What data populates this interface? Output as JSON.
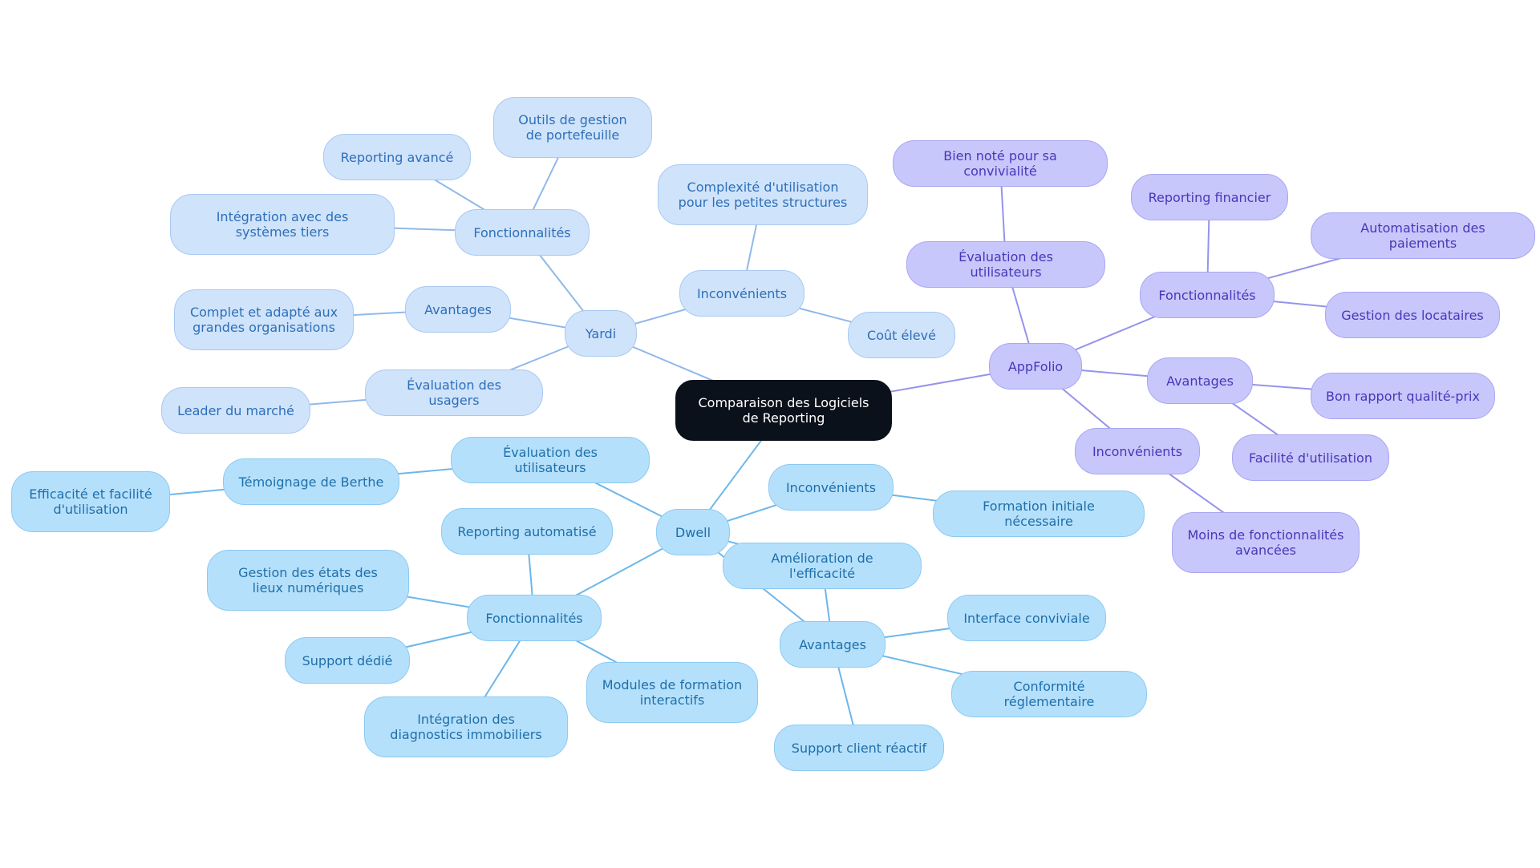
{
  "colors": {
    "root_bg": "#0b111b",
    "yardi_fill": "#cfe3fb",
    "yardi_line": "#8fb9ea",
    "appfolio_fill": "#c8c7fb",
    "appfolio_line": "#9593ec",
    "dwell_fill": "#b5e0fc",
    "dwell_line": "#6cb7ea"
  },
  "nodes": [
    {
      "id": "root",
      "label": "Comparaison des Logiciels de Reporting",
      "group": "root"
    },
    {
      "id": "yardi",
      "label": "Yardi",
      "group": "yardi"
    },
    {
      "id": "y_fonct",
      "label": "Fonctionnalités",
      "group": "yardi"
    },
    {
      "id": "y_outils",
      "label": "Outils de gestion de portefeuille",
      "group": "yardi"
    },
    {
      "id": "y_reporting",
      "label": "Reporting avancé",
      "group": "yardi"
    },
    {
      "id": "y_integration",
      "label": "Intégration avec des systèmes tiers",
      "group": "yardi"
    },
    {
      "id": "y_avantages",
      "label": "Avantages",
      "group": "yardi"
    },
    {
      "id": "y_complet",
      "label": "Complet et adapté aux grandes organisations",
      "group": "yardi"
    },
    {
      "id": "y_eval",
      "label": "Évaluation des usagers",
      "group": "yardi"
    },
    {
      "id": "y_leader",
      "label": "Leader du marché",
      "group": "yardi"
    },
    {
      "id": "y_inconv",
      "label": "Inconvénients",
      "group": "yardi"
    },
    {
      "id": "y_complexite",
      "label": "Complexité d'utilisation pour les petites structures",
      "group": "yardi"
    },
    {
      "id": "y_cout",
      "label": "Coût élevé",
      "group": "yardi"
    },
    {
      "id": "appfolio",
      "label": "AppFolio",
      "group": "appfolio"
    },
    {
      "id": "a_eval",
      "label": "Évaluation des utilisateurs",
      "group": "appfolio"
    },
    {
      "id": "a_bien",
      "label": "Bien noté pour sa convivialité",
      "group": "appfolio"
    },
    {
      "id": "a_fonct",
      "label": "Fonctionnalités",
      "group": "appfolio"
    },
    {
      "id": "a_reporting",
      "label": "Reporting financier",
      "group": "appfolio"
    },
    {
      "id": "a_auto",
      "label": "Automatisation des paiements",
      "group": "appfolio"
    },
    {
      "id": "a_gestion",
      "label": "Gestion des locataires",
      "group": "appfolio"
    },
    {
      "id": "a_avantages",
      "label": "Avantages",
      "group": "appfolio"
    },
    {
      "id": "a_rapport",
      "label": "Bon rapport qualité-prix",
      "group": "appfolio"
    },
    {
      "id": "a_facilite",
      "label": "Facilité d'utilisation",
      "group": "appfolio"
    },
    {
      "id": "a_inconv",
      "label": "Inconvénients",
      "group": "appfolio"
    },
    {
      "id": "a_moins",
      "label": "Moins de fonctionnalités avancées",
      "group": "appfolio"
    },
    {
      "id": "dwell",
      "label": "Dwell",
      "group": "dwell"
    },
    {
      "id": "d_eval",
      "label": "Évaluation des utilisateurs",
      "group": "dwell"
    },
    {
      "id": "d_temoignage",
      "label": "Témoignage de Berthe",
      "group": "dwell"
    },
    {
      "id": "d_efficacite",
      "label": "Efficacité et facilité d'utilisation",
      "group": "dwell"
    },
    {
      "id": "d_fonct",
      "label": "Fonctionnalités",
      "group": "dwell"
    },
    {
      "id": "d_reporting",
      "label": "Reporting automatisé",
      "group": "dwell"
    },
    {
      "id": "d_etats",
      "label": "Gestion des états des lieux numériques",
      "group": "dwell"
    },
    {
      "id": "d_support",
      "label": "Support dédié",
      "group": "dwell"
    },
    {
      "id": "d_diag",
      "label": "Intégration des diagnostics immobiliers",
      "group": "dwell"
    },
    {
      "id": "d_modules",
      "label": "Modules de formation interactifs",
      "group": "dwell"
    },
    {
      "id": "d_inconv",
      "label": "Inconvénients",
      "group": "dwell"
    },
    {
      "id": "d_formation",
      "label": "Formation initiale nécessaire",
      "group": "dwell"
    },
    {
      "id": "d_amelioration",
      "label": "Amélioration de l'efficacité",
      "group": "dwell"
    },
    {
      "id": "d_avantages",
      "label": "Avantages",
      "group": "dwell"
    },
    {
      "id": "d_interface",
      "label": "Interface conviviale",
      "group": "dwell"
    },
    {
      "id": "d_conformite",
      "label": "Conformité réglementaire",
      "group": "dwell"
    },
    {
      "id": "d_supportclient",
      "label": "Support client réactif",
      "group": "dwell"
    }
  ],
  "edges": [
    [
      "root",
      "yardi"
    ],
    [
      "yardi",
      "y_fonct"
    ],
    [
      "y_fonct",
      "y_outils"
    ],
    [
      "y_fonct",
      "y_reporting"
    ],
    [
      "y_fonct",
      "y_integration"
    ],
    [
      "yardi",
      "y_avantages"
    ],
    [
      "y_avantages",
      "y_complet"
    ],
    [
      "yardi",
      "y_eval"
    ],
    [
      "y_eval",
      "y_leader"
    ],
    [
      "yardi",
      "y_inconv"
    ],
    [
      "y_inconv",
      "y_complexite"
    ],
    [
      "y_inconv",
      "y_cout"
    ],
    [
      "root",
      "appfolio"
    ],
    [
      "appfolio",
      "a_eval"
    ],
    [
      "a_eval",
      "a_bien"
    ],
    [
      "appfolio",
      "a_fonct"
    ],
    [
      "a_fonct",
      "a_reporting"
    ],
    [
      "a_fonct",
      "a_auto"
    ],
    [
      "a_fonct",
      "a_gestion"
    ],
    [
      "appfolio",
      "a_avantages"
    ],
    [
      "a_avantages",
      "a_rapport"
    ],
    [
      "a_avantages",
      "a_facilite"
    ],
    [
      "appfolio",
      "a_inconv"
    ],
    [
      "a_inconv",
      "a_moins"
    ],
    [
      "root",
      "dwell"
    ],
    [
      "dwell",
      "d_eval"
    ],
    [
      "d_eval",
      "d_temoignage"
    ],
    [
      "d_temoignage",
      "d_efficacite"
    ],
    [
      "dwell",
      "d_fonct"
    ],
    [
      "d_fonct",
      "d_reporting"
    ],
    [
      "d_fonct",
      "d_etats"
    ],
    [
      "d_fonct",
      "d_support"
    ],
    [
      "d_fonct",
      "d_diag"
    ],
    [
      "d_fonct",
      "d_modules"
    ],
    [
      "dwell",
      "d_inconv"
    ],
    [
      "d_inconv",
      "d_formation"
    ],
    [
      "dwell",
      "d_amelioration"
    ],
    [
      "d_amelioration",
      "d_avantages"
    ],
    [
      "dwell",
      "d_avantages"
    ],
    [
      "d_avantages",
      "d_interface"
    ],
    [
      "d_avantages",
      "d_conformite"
    ],
    [
      "d_avantages",
      "d_supportclient"
    ]
  ]
}
